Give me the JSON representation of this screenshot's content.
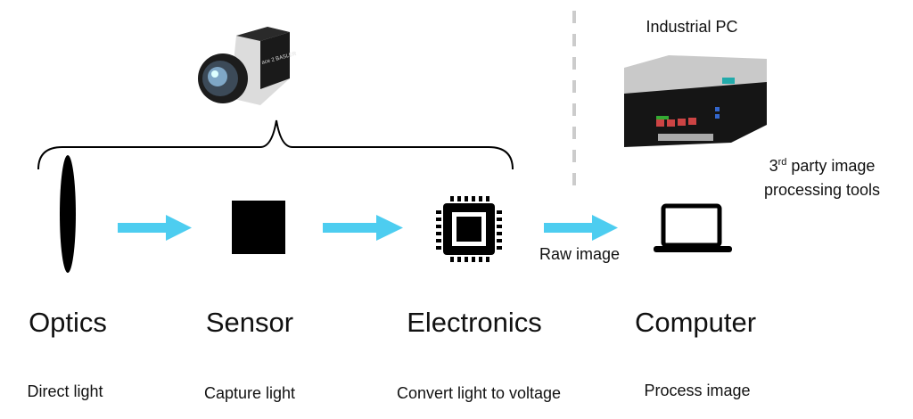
{
  "stages": [
    {
      "label": "Optics",
      "description": "Direct light",
      "icon": "lens-icon"
    },
    {
      "label": "Sensor",
      "description": "Capture light",
      "icon": "sensor-icon"
    },
    {
      "label": "Electronics",
      "description": "Convert light to voltage",
      "icon": "chip-icon"
    },
    {
      "label": "Computer",
      "description": "Process image",
      "icon": "laptop-icon"
    }
  ],
  "arrow_label": "Raw image",
  "industrial_pc": {
    "label": "Industrial PC"
  },
  "third_party": {
    "line1_prefix": "3",
    "line1_sup": "rd",
    "line1_rest": " party image",
    "line2": "processing tools"
  },
  "camera": {
    "brand_text": "ace 2 BASLER"
  },
  "colors": {
    "arrow": "#4dcdf0",
    "divider": "#cccccc",
    "ink": "#000000"
  }
}
